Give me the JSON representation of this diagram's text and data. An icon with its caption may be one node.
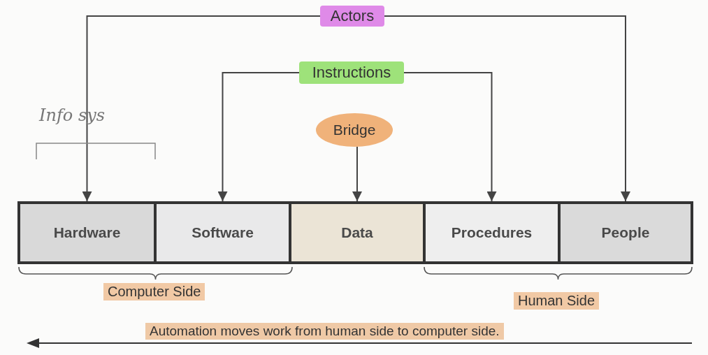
{
  "diagram": {
    "nodes": [
      {
        "text": [
          "Actors"
        ]
      },
      {
        "text": [
          "Instructions"
        ]
      },
      {
        "text": [
          "Bridge"
        ]
      },
      {
        "text": [
          "Hardware"
        ]
      },
      {
        "text": [
          "Software"
        ]
      },
      {
        "text": [
          "Data"
        ]
      },
      {
        "text": [
          "Procedures"
        ]
      },
      {
        "text": [
          "People"
        ]
      }
    ],
    "edges": [
      {
        "from": 0,
        "to": 3,
        "arrow": "to"
      },
      {
        "from": 0,
        "to": 7,
        "arrow": "to"
      },
      {
        "from": 1,
        "to": 4,
        "arrow": "to"
      },
      {
        "from": 1,
        "to": 6,
        "arrow": "to"
      },
      {
        "from": 2,
        "to": 5,
        "arrow": "to"
      }
    ],
    "labels": [
      "Info sys",
      "Computer Side",
      "Human Side",
      "Automation moves work from human side to computer side."
    ]
  }
}
